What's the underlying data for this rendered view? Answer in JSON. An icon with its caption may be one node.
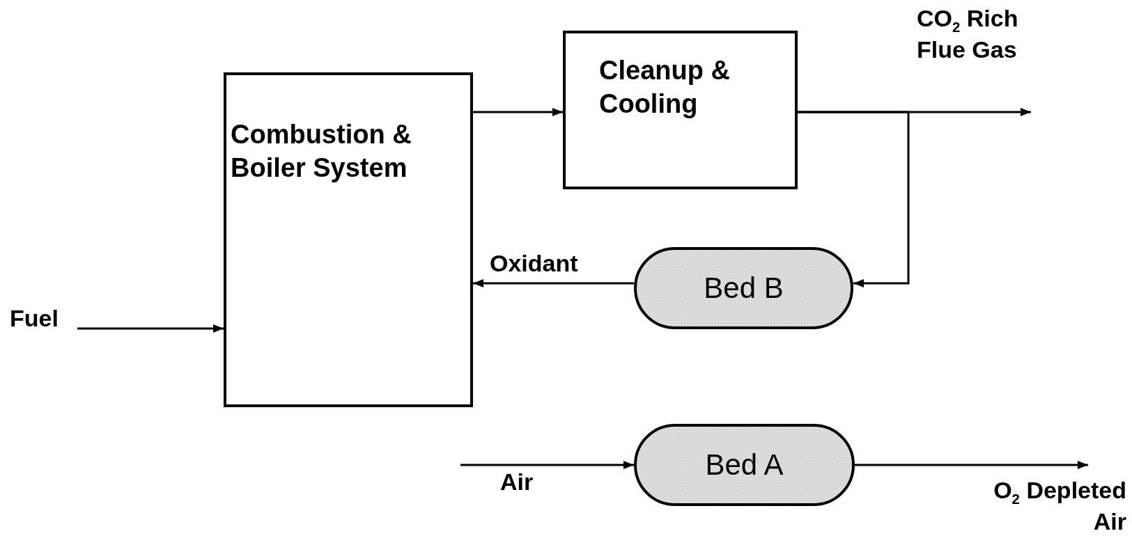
{
  "diagram": {
    "nodes": [
      {
        "text": [
          "Combustion & Boiler System"
        ]
      },
      {
        "text": [
          "Cleanup & Cooling"
        ]
      },
      {
        "text": [
          "Bed B"
        ]
      },
      {
        "text": [
          "Bed A"
        ]
      },
      {
        "text": [
          "Fuel"
        ]
      }
    ],
    "edges": [
      {
        "from": 4,
        "to": 0,
        "arrow": "to"
      },
      {
        "from": 0,
        "to": 1,
        "arrow": "to"
      },
      {
        "from": 1,
        "to": null,
        "arrow": "to",
        "label": "CO$_{2}$ Rich Flue Gas"
      },
      {
        "from": 1,
        "to": 2,
        "arrow": "to"
      },
      {
        "from": 2,
        "to": 0,
        "arrow": "to",
        "label": "Oxidant"
      },
      {
        "from": null,
        "to": 3,
        "arrow": "to",
        "label": "Air"
      },
      {
        "from": 3,
        "to": null,
        "arrow": "to",
        "label": "O$_{2}$ Depleted Air"
      }
    ]
  }
}
